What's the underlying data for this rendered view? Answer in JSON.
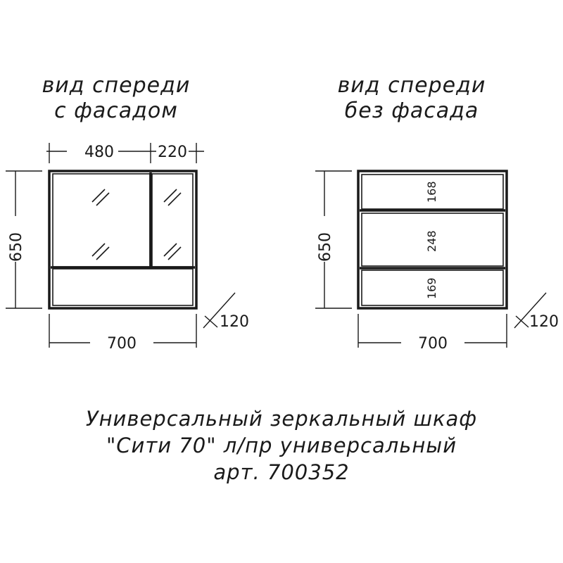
{
  "views": {
    "left": {
      "title_line1": "вид спереди",
      "title_line2": "с фасадом",
      "dim_width_left": "480",
      "dim_width_right": "220",
      "dim_height": "650",
      "dim_total_width": "700",
      "dim_depth": "120"
    },
    "right": {
      "title_line1": "вид спереди",
      "title_line2": "без фасада",
      "dim_height": "650",
      "dim_total_width": "700",
      "dim_depth": "120",
      "shelf_top": "168",
      "shelf_middle": "248",
      "shelf_bottom": "169"
    }
  },
  "caption": {
    "line1": "Универсальный зеркальный шкаф",
    "line2": "\"Сити 70\" л/пр   универсальный",
    "line3": "арт. 700352"
  },
  "colors": {
    "line": "#1a1a1a",
    "background": "#ffffff"
  }
}
